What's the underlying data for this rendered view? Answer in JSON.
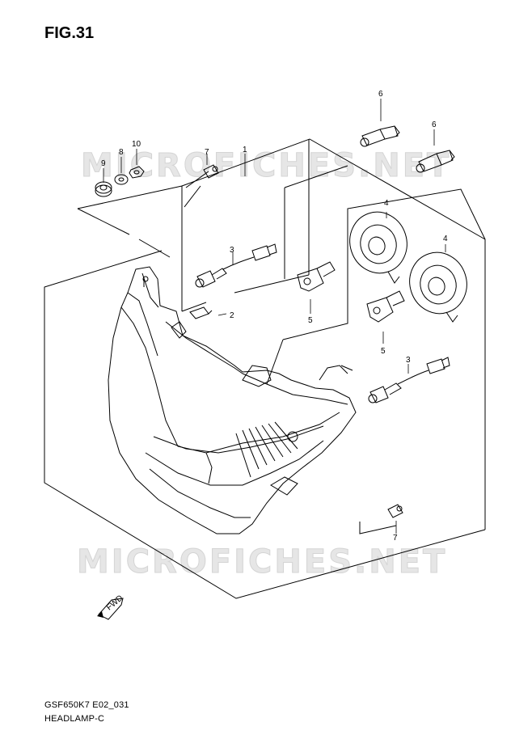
{
  "figure": {
    "title": "FIG.31"
  },
  "watermark": {
    "text": "MICROFICHES.NET"
  },
  "callouts": [
    "1",
    "2",
    "3",
    "3",
    "4",
    "4",
    "5",
    "5",
    "6",
    "6",
    "7",
    "7",
    "8",
    "9",
    "10"
  ],
  "badge": {
    "label": "FWD"
  },
  "footer": {
    "code": "GSF650K7 E02_031",
    "name": "HEADLAMP-C"
  }
}
